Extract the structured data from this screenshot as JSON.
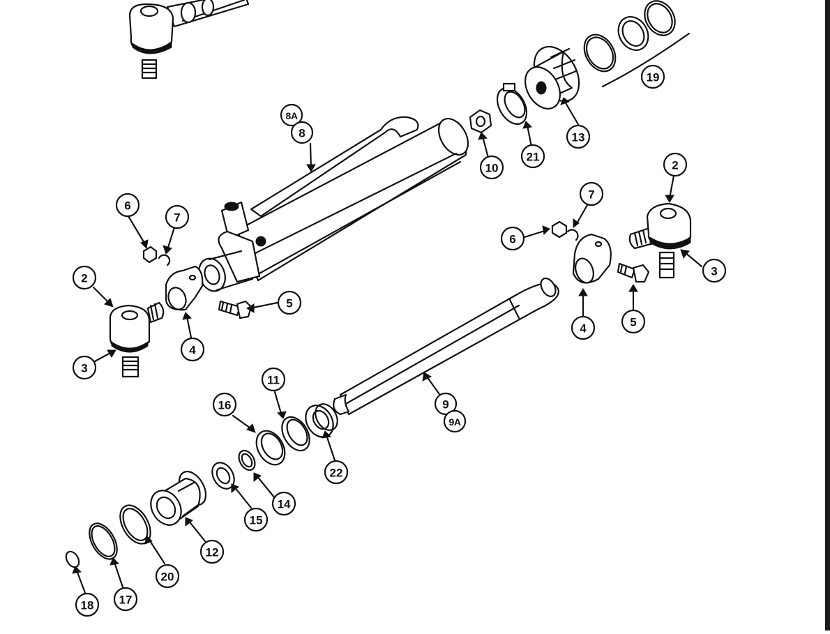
{
  "figure": {
    "callouts": [
      {
        "id": "c19",
        "label": "19"
      },
      {
        "id": "c8a",
        "label": "8A"
      },
      {
        "id": "c8",
        "label": "8"
      },
      {
        "id": "c13",
        "label": "13"
      },
      {
        "id": "c21",
        "label": "21"
      },
      {
        "id": "c10",
        "label": "10"
      },
      {
        "id": "c2r",
        "label": "2"
      },
      {
        "id": "c7r",
        "label": "7"
      },
      {
        "id": "c6r",
        "label": "6"
      },
      {
        "id": "c3r",
        "label": "3"
      },
      {
        "id": "c4r",
        "label": "4"
      },
      {
        "id": "c5r",
        "label": "5"
      },
      {
        "id": "c6l",
        "label": "6"
      },
      {
        "id": "c7l",
        "label": "7"
      },
      {
        "id": "c2l",
        "label": "2"
      },
      {
        "id": "c5l",
        "label": "5"
      },
      {
        "id": "c4l",
        "label": "4"
      },
      {
        "id": "c3l",
        "label": "3"
      },
      {
        "id": "c11",
        "label": "11"
      },
      {
        "id": "c16",
        "label": "16"
      },
      {
        "id": "c9",
        "label": "9"
      },
      {
        "id": "c9a",
        "label": "9A"
      },
      {
        "id": "c22",
        "label": "22"
      },
      {
        "id": "c14",
        "label": "14"
      },
      {
        "id": "c15",
        "label": "15"
      },
      {
        "id": "c12",
        "label": "12"
      },
      {
        "id": "c20",
        "label": "20"
      },
      {
        "id": "c17",
        "label": "17"
      },
      {
        "id": "c18",
        "label": "18"
      }
    ]
  }
}
